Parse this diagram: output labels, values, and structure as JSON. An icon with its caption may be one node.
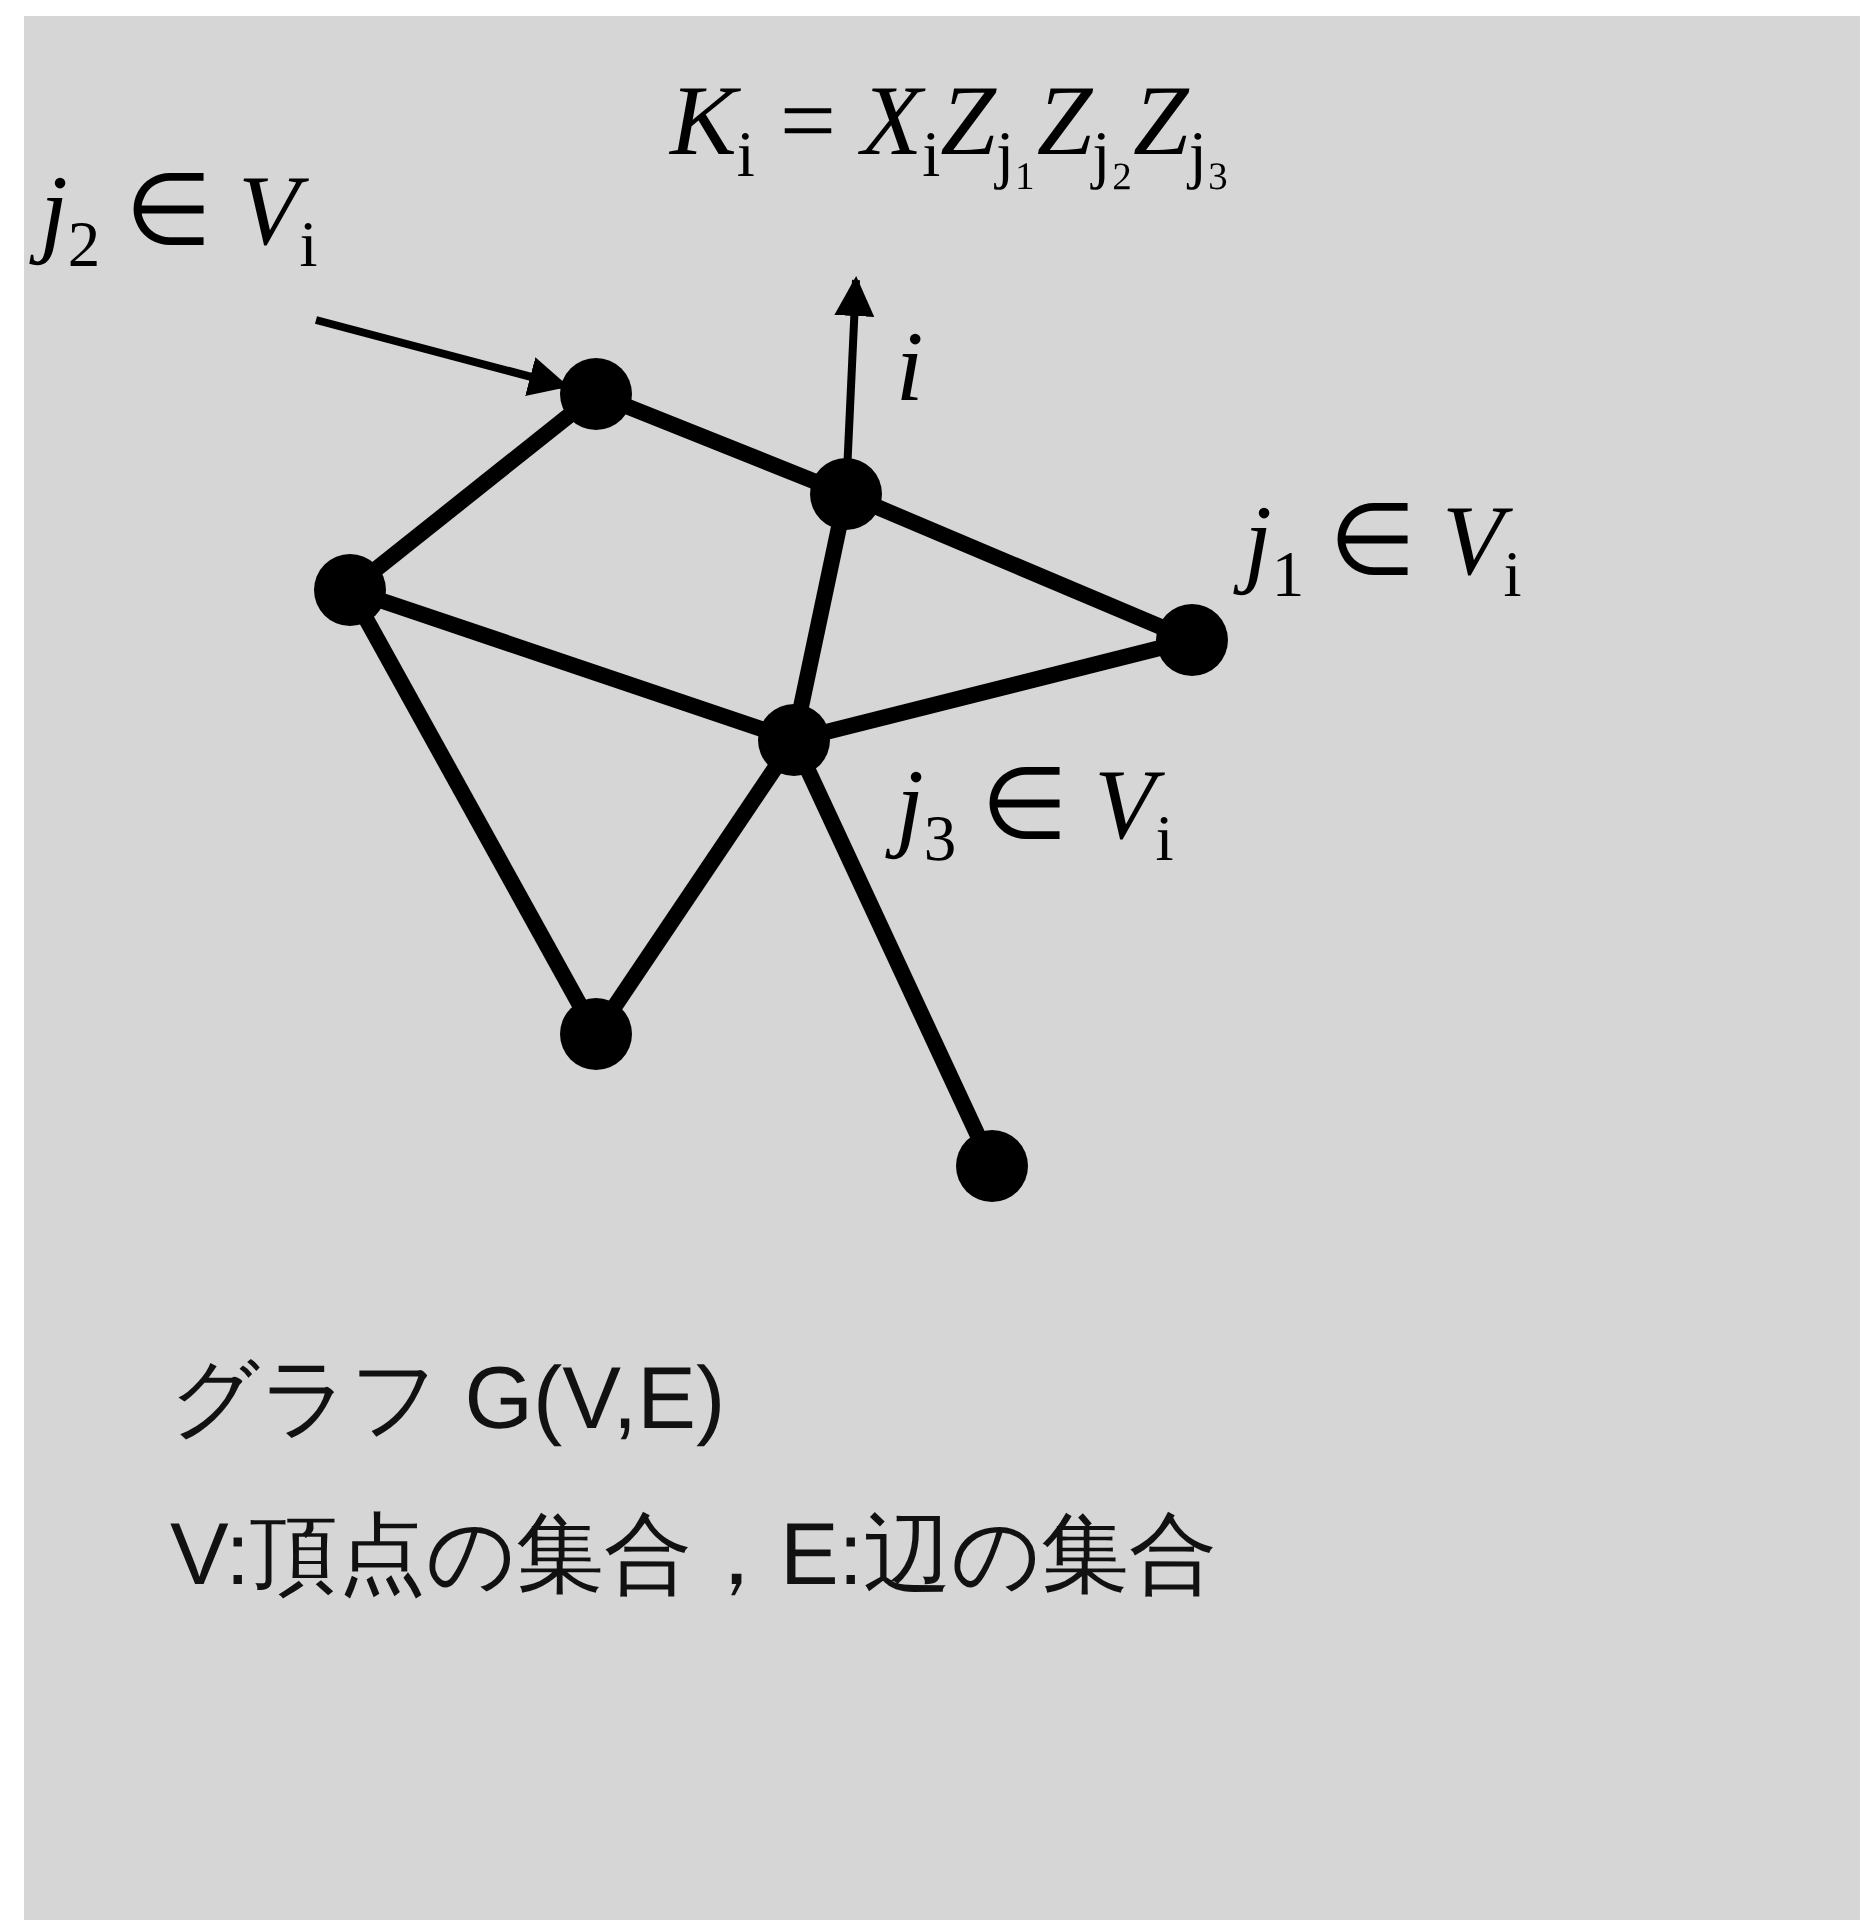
{
  "diagram": {
    "nodes": [
      {
        "text": [
          "*K*$_{i}$ = *X*$_{i}$*Z*$_{j₁}$*Z*$_{j₂}$*Z*$_{j₃}$"
        ]
      },
      {
        "text": [
          "*j*$_{2}$ ∈ *V*$_{i}$"
        ]
      },
      {
        "text": [],
        "shape": "circle"
      },
      {
        "text": [],
        "shape": "circle"
      },
      {
        "text": [],
        "shape": "circle"
      },
      {
        "text": [],
        "shape": "circle",
        "beside": [
          "*j*$_{1}$ ∈ *V*$_{i}$"
        ]
      },
      {
        "text": [],
        "shape": "circle",
        "beside": [
          "*j*$_{3}$ ∈ *V*$_{i}$"
        ]
      },
      {
        "text": [],
        "shape": "circle"
      },
      {
        "text": [],
        "shape": "circle"
      }
    ],
    "edges": [
      {
        "from": 1,
        "to": 2,
        "arrow": "to"
      },
      {
        "from": 3,
        "to": 0,
        "arrow": "to",
        "label": "*i*"
      },
      {
        "from": 2,
        "to": 3,
        "arrow": "none"
      },
      {
        "from": 2,
        "to": 4,
        "arrow": "none"
      },
      {
        "from": 3,
        "to": 5,
        "arrow": "none"
      },
      {
        "from": 3,
        "to": 6,
        "arrow": "none"
      },
      {
        "from": 4,
        "to": 6,
        "arrow": "none"
      },
      {
        "from": 4,
        "to": 7,
        "arrow": "none"
      },
      {
        "from": 6,
        "to": 5,
        "arrow": "none"
      },
      {
        "from": 6,
        "to": 7,
        "arrow": "none"
      },
      {
        "from": 6,
        "to": 8,
        "arrow": "none"
      }
    ],
    "labels": [
      "グラフ G(V,E)",
      "V:頂点の集合，E:辺の集合"
    ]
  }
}
